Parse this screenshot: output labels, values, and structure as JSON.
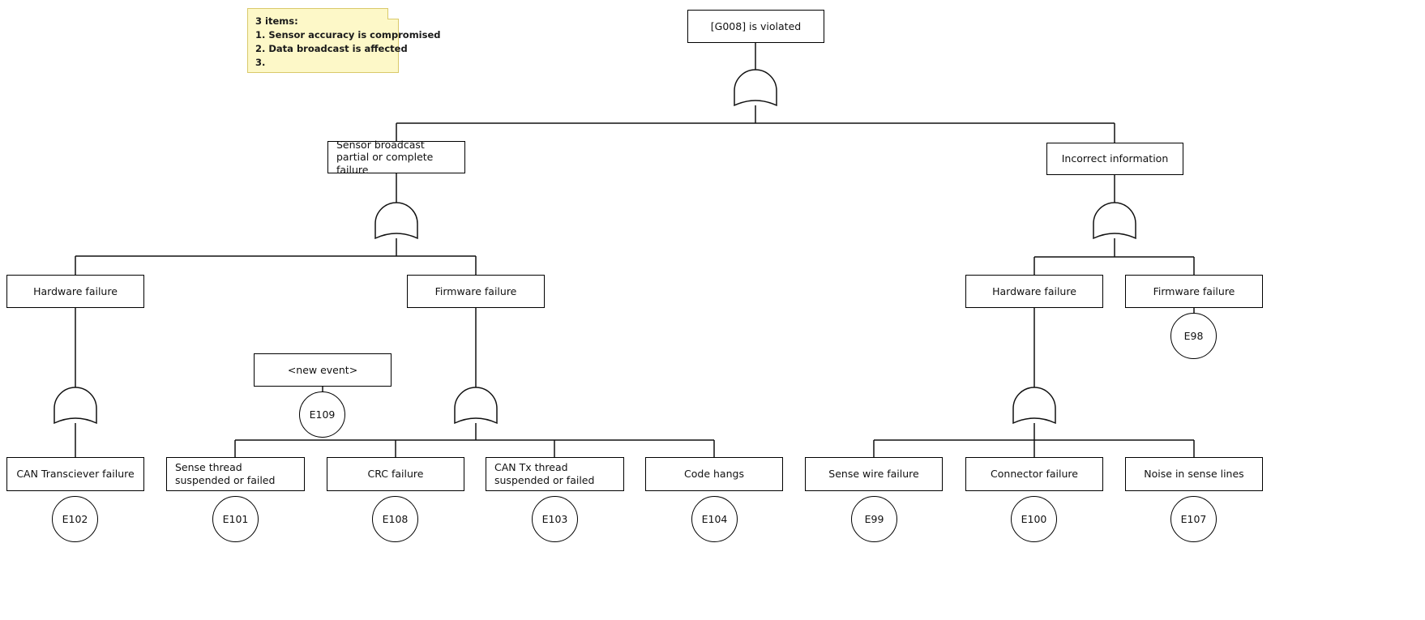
{
  "diagram": {
    "type": "fault-tree",
    "title_node": "[G008] is violated",
    "gate_type": "OR"
  },
  "note": {
    "name": "sticky-note",
    "lines": [
      "3 items:",
      "1. Sensor accuracy is compromised",
      "2. Data broadcast is affected",
      "3."
    ]
  },
  "nodes": {
    "root": {
      "label": "[G008] is violated"
    },
    "sensor_broadcast": {
      "label": "Sensor broadcast partial or complete failure"
    },
    "incorrect_info": {
      "label": "Incorrect information"
    },
    "hw_left": {
      "label": "Hardware failure"
    },
    "fw_left": {
      "label": "Firmware failure"
    },
    "hw_right": {
      "label": "Hardware failure"
    },
    "fw_right": {
      "label": "Firmware failure"
    },
    "new_event": {
      "label": "<new event>"
    },
    "can_transceiver": {
      "label": "CAN Transciever failure"
    },
    "sense_thread": {
      "label": "Sense thread suspended or failed"
    },
    "crc_failure": {
      "label": "CRC failure"
    },
    "can_tx_thread": {
      "label": "CAN Tx thread suspended or failed"
    },
    "code_hangs": {
      "label": "Code hangs"
    },
    "sense_wire": {
      "label": "Sense wire failure"
    },
    "connector": {
      "label": "Connector failure"
    },
    "noise_sense": {
      "label": "Noise in sense lines"
    }
  },
  "events": {
    "e98": {
      "id": "E98"
    },
    "e99": {
      "id": "E99"
    },
    "e100": {
      "id": "E100"
    },
    "e101": {
      "id": "E101"
    },
    "e102": {
      "id": "E102"
    },
    "e103": {
      "id": "E103"
    },
    "e104": {
      "id": "E104"
    },
    "e107": {
      "id": "E107"
    },
    "e108": {
      "id": "E108"
    },
    "e109": {
      "id": "E109"
    }
  },
  "colors": {
    "stroke": "#000000",
    "node_fill": "#ffffff",
    "note_fill": "#fdf8c8",
    "note_border": "#d9c96a"
  }
}
